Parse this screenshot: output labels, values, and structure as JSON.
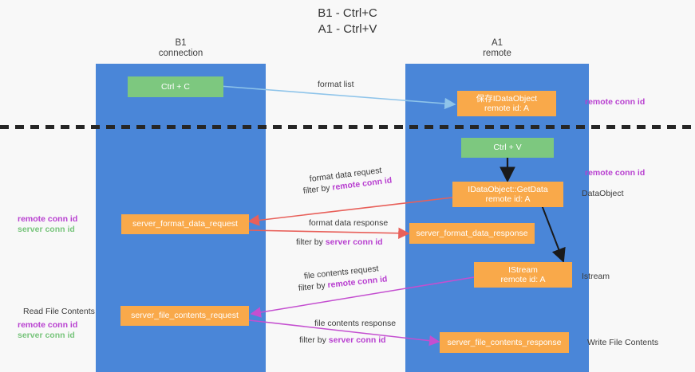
{
  "title": "B1 - Ctrl+C\nA1 - Ctrl+V",
  "columns": {
    "b1": "B1\nconnection",
    "a1": "A1\nremote"
  },
  "colors": {
    "lane": "#4a86d8",
    "green_box": "#7dc87f",
    "orange_box": "#f9a94a",
    "purple_text": "#b83fd0",
    "green_text": "#77c47b",
    "blue_arrow": "#8ec4ea",
    "red_arrow": "#e8605a",
    "magenta_arrow": "#c44fd0",
    "black_arrow": "#1a1a1a",
    "background": "#f8f8f8"
  },
  "boxes": {
    "ctrl_c": "Ctrl + C",
    "save_idataobject": "保存IDataObject\nremote id: A",
    "ctrl_v": "Ctrl + V",
    "getdata": "IDataObject::GetData\nremote id: A",
    "server_format_data_request": "server_format_data_request",
    "server_format_data_response": "server_format_data_response",
    "istream": "IStream\nremote id: A",
    "server_file_contents_request": "server_file_contents_request",
    "server_file_contents_response": "server_file_contents_response"
  },
  "arrow_labels": {
    "format_list": "format list",
    "format_data_request": "format data request",
    "format_data_request_filter_prefix": "filter by ",
    "format_data_request_filter_key": "remote conn id",
    "format_data_response": "format data response",
    "format_data_response_filter_prefix": "filter by ",
    "format_data_response_filter_key": "server conn id",
    "file_contents_request": "file contents request",
    "file_contents_request_filter_prefix": "filter by ",
    "file_contents_request_filter_key": "remote conn id",
    "file_contents_response": "file contents response",
    "file_contents_response_filter_prefix": "filter by ",
    "file_contents_response_filter_key": "server conn id"
  },
  "side_notes": {
    "right_remote_conn_id_top": "remote conn id",
    "right_remote_conn_id_mid": "remote conn id",
    "right_dataobject": "DataObject",
    "right_istream": "Istream",
    "right_write_file_contents": "Write File Contents",
    "left_remote_conn_id": "remote conn id",
    "left_server_conn_id": "server conn id",
    "left_read_file_contents": "Read File Contents",
    "left_remote_conn_id_2": "remote conn id",
    "left_server_conn_id_2": "server conn id"
  }
}
